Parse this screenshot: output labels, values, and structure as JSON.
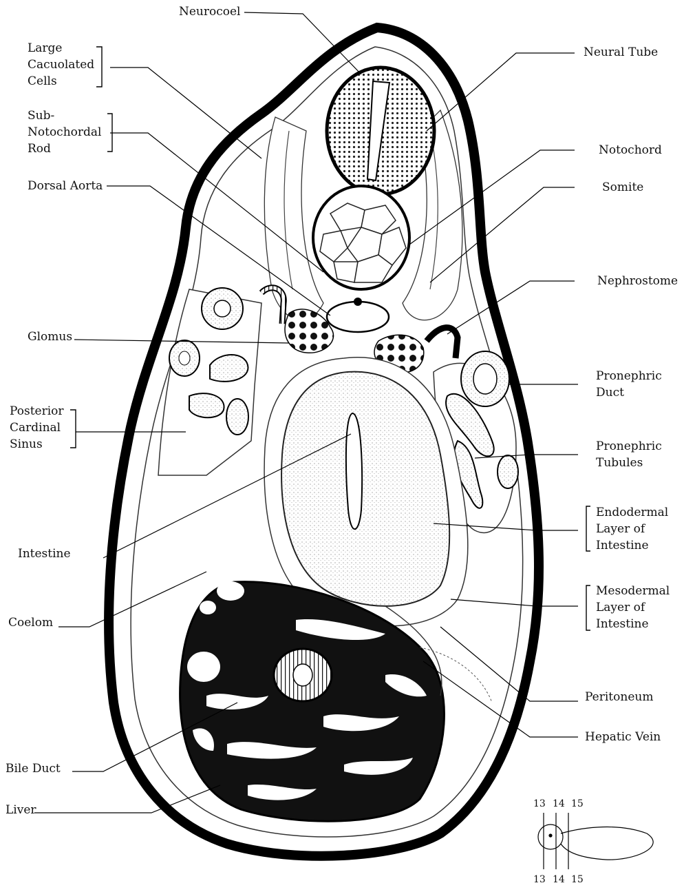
{
  "diagram": {
    "labels_left": {
      "large_cacuolated_cells": [
        "Large",
        "Cacuolated",
        "Cells"
      ],
      "sub_notochordal_rod": [
        "Sub-",
        "Notochordal",
        "Rod"
      ],
      "dorsal_aorta": "Dorsal Aorta",
      "glomus": "Glomus",
      "posterior_cardinal_sinus": [
        "Posterior",
        "Cardinal",
        "Sinus"
      ],
      "intestine": "Intestine",
      "coelom": "Coelom",
      "bile_duct": "Bile Duct",
      "liver": "Liver"
    },
    "labels_top": {
      "neurocoel": "Neurocoel"
    },
    "labels_right": {
      "neural_tube": "Neural Tube",
      "notochord": "Notochord",
      "somite": "Somite",
      "nephrostome": "Nephrostome",
      "pronephric_duct": [
        "Pronephric",
        "Duct"
      ],
      "pronephric_tubules": [
        "Pronephric",
        "Tubules"
      ],
      "endodermal_layer": [
        "Endodermal",
        "Layer of",
        "Intestine"
      ],
      "mesodermal_layer": [
        "Mesodermal",
        "Layer of",
        "Intestine"
      ],
      "peritoneum": "Peritoneum",
      "hepatic_vein": "Hepatic Vein"
    },
    "inset": {
      "top_numbers": [
        "13",
        "14",
        "15"
      ],
      "bottom_numbers": [
        "13",
        "14",
        "15"
      ]
    }
  }
}
